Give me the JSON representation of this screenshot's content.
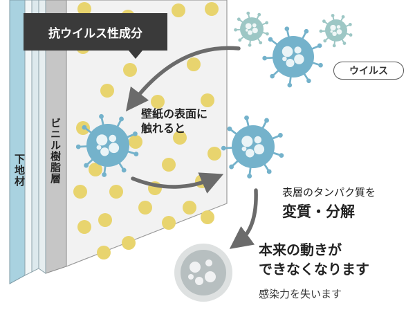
{
  "callout": {
    "label": "抗ウイルス性成分"
  },
  "virus_label": "ウイルス",
  "layers": {
    "base": "下地材",
    "vinyl": "ビニル樹脂層"
  },
  "touch_text": "壁紙の表面に\n触れると",
  "result": {
    "protein": "表層のタンパク質を",
    "denature": "変質・分解",
    "main_line1": "本来の動きが",
    "main_line2": "できなくなります",
    "lose": "感染力を失います"
  },
  "colors": {
    "virus_main": "#74b2cb",
    "virus_faded": "#9dc7c5",
    "virus_dead": "#c2c8c9",
    "dot": "#e8d46e",
    "base_layer": "#a9d2e0",
    "vinyl_layer": "#c6c6c6",
    "arrow": "#6b6b6b",
    "callout_bg": "#3a3a3a"
  }
}
